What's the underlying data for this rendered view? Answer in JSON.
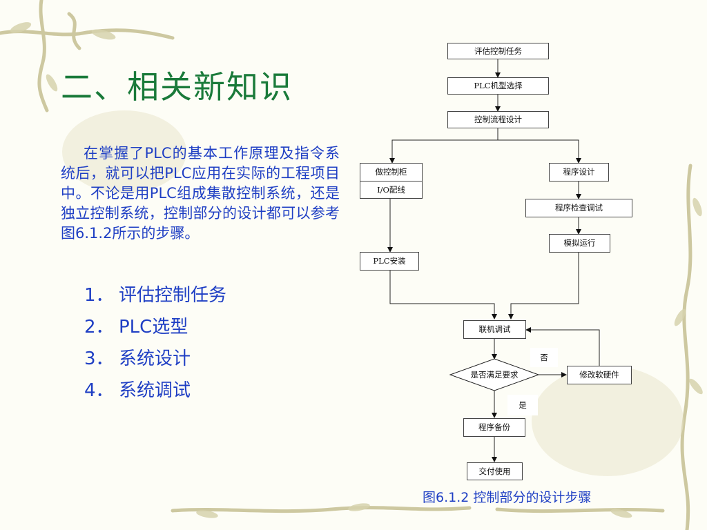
{
  "title": "二、相关新知识",
  "intro": "在掌握了PLC的基本工作原理及指令系统后，就可以把PLC应用在实际的工程项目中。不论是用PLC组成集散控制系统，还是独立控制系统，控制部分的设计都可以参考图6.1.2所示的步骤。",
  "steps": [
    {
      "num": "1．",
      "text": "评估控制任务"
    },
    {
      "num": "2．",
      "text": "PLC选型"
    },
    {
      "num": "3．",
      "text": "系统设计"
    },
    {
      "num": "4．",
      "text": "系统调试"
    }
  ],
  "flowchart": {
    "nodes": {
      "evaluate": "评估控制任务",
      "select_plc": "PLC机型选择",
      "flow_design": "控制流程设计",
      "cabinet": "做控制柜",
      "io_wiring": "I/O配线",
      "plc_install": "PLC安装",
      "program_design": "程序设计",
      "program_check": "程序检查调试",
      "simulate": "模拟运行",
      "joint_debug": "联机调试",
      "meets_req": "是否满足要求",
      "modify": "修改软硬件",
      "backup": "程序备份",
      "deliver": "交付使用"
    },
    "labels": {
      "no": "否",
      "yes": "是"
    }
  },
  "caption": "图6.1.2  控制部分的设计步骤",
  "colors": {
    "title": "#1a7a3a",
    "body_text": "#1f3fc4",
    "vine": "#c9c49a",
    "background": "#fdfdf6"
  }
}
